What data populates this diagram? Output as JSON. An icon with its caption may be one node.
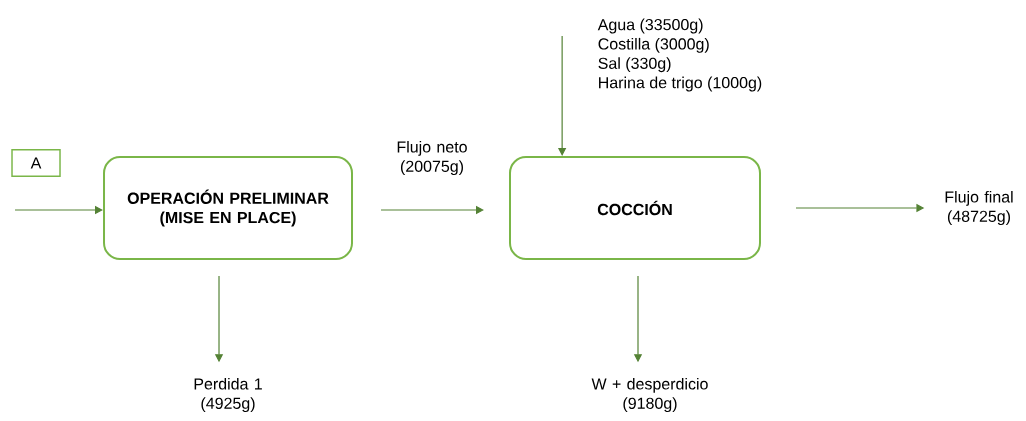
{
  "diagram": {
    "nodes": [
      {
        "text": [
          "A"
        ]
      },
      {
        "text": [
          "OPERACIÓN PRELIMINAR (MISE EN PLACE)"
        ]
      },
      {
        "text": [
          "COCCIÓN"
        ]
      },
      {
        "text": [
          "Agua (33500g)",
          "Costilla (3000g)",
          "Sal (330g)",
          "Harina de trigo (1000g)"
        ]
      },
      {
        "text": [
          "Flujo final (48725g)"
        ]
      },
      {
        "text": [
          "Perdida 1 (4925g)"
        ]
      },
      {
        "text": [
          "W + desperdicio (9180g)"
        ]
      }
    ],
    "edges": [
      {
        "from": null,
        "to": 1,
        "arrow": "to"
      },
      {
        "from": 1,
        "to": 2,
        "arrow": "to",
        "label": "Flujo neto (20075g)"
      },
      {
        "from": 3,
        "to": 2,
        "arrow": "to"
      },
      {
        "from": 2,
        "to": 4,
        "arrow": "to"
      },
      {
        "from": 1,
        "to": 5,
        "arrow": "to"
      },
      {
        "from": 2,
        "to": 6,
        "arrow": "to"
      }
    ]
  }
}
